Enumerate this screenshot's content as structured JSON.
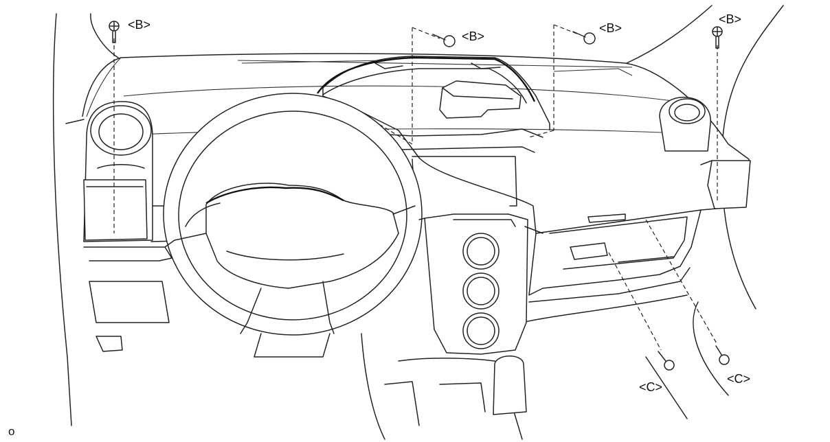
{
  "labels": {
    "b1": "<B>",
    "b2": "<B>",
    "b3": "<B>",
    "b4": "<B>",
    "c1": "<C>",
    "c2": "<C>"
  },
  "figure_id": "o"
}
